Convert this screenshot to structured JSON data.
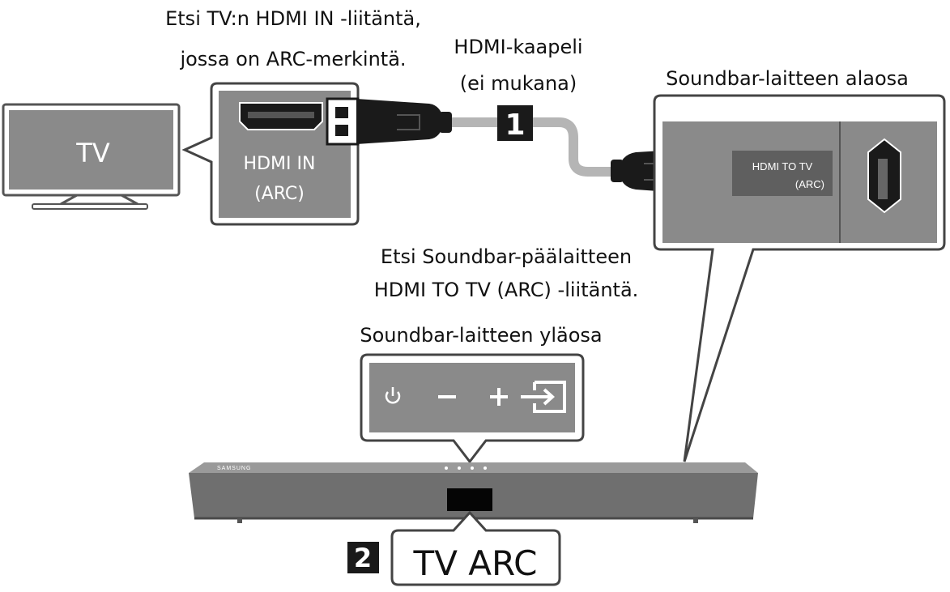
{
  "captions": {
    "tv_port_line1": "Etsi TV:n HDMI IN -liitäntä,",
    "tv_port_line2": "jossa on ARC-merkintä.",
    "cable_line1": "HDMI-kaapeli",
    "cable_line2": "(ei mukana)",
    "soundbar_bottom": "Soundbar-laitteen alaosa",
    "soundbar_port_line1": "Etsi Soundbar-päälaitteen",
    "soundbar_port_line2": "HDMI TO TV (ARC) -liitäntä.",
    "soundbar_top": "Soundbar-laitteen yläosa"
  },
  "tv": {
    "label": "TV"
  },
  "tv_port": {
    "label_line1": "HDMI IN",
    "label_line2": "(ARC)"
  },
  "soundbar_port": {
    "label_line1": "HDMI TO TV",
    "label_line2": "(ARC)"
  },
  "steps": [
    {
      "number": "1"
    },
    {
      "number": "2",
      "display_text": "TV ARC"
    }
  ],
  "brand": "SAMSUNG",
  "colors": {
    "panel_gray": "#8a8a8a",
    "dark": "#1a1a1a",
    "cable": "#b5b5b5",
    "soundbar": "#6f6f6f"
  }
}
